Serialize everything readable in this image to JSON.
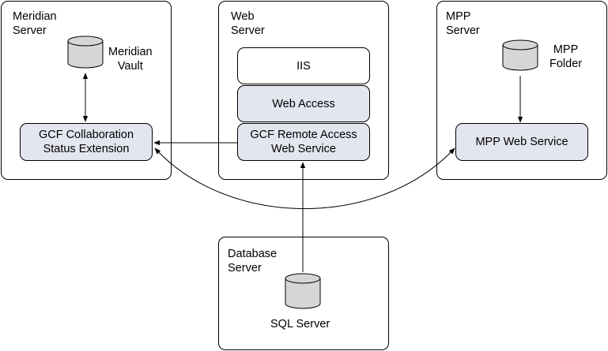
{
  "servers": {
    "meridian": {
      "label": "Meridian\nServer"
    },
    "web": {
      "label": "Web\nServer"
    },
    "mpp": {
      "label": "MPP\nServer"
    },
    "database": {
      "label": "Database\nServer"
    }
  },
  "databases": {
    "meridian_vault": {
      "label": "Meridian\nVault",
      "icon": "database-cylinder-icon"
    },
    "mpp_folder": {
      "label": "MPP\nFolder",
      "icon": "database-cylinder-icon"
    },
    "sql_server": {
      "label": "SQL Server",
      "icon": "database-cylinder-icon"
    }
  },
  "components": {
    "gcf_collab": {
      "label": "GCF Collaboration\nStatus Extension"
    },
    "iis": {
      "label": "IIS"
    },
    "web_access": {
      "label": "Web Access"
    },
    "gcf_remote": {
      "label": "GCF Remote Access\nWeb Service"
    },
    "mpp_web_service": {
      "label": "MPP Web Service"
    }
  },
  "colors": {
    "component_fill": "#e4e6ef",
    "stroke": "#000000",
    "cylinder_fill": "#d6d6d6"
  }
}
